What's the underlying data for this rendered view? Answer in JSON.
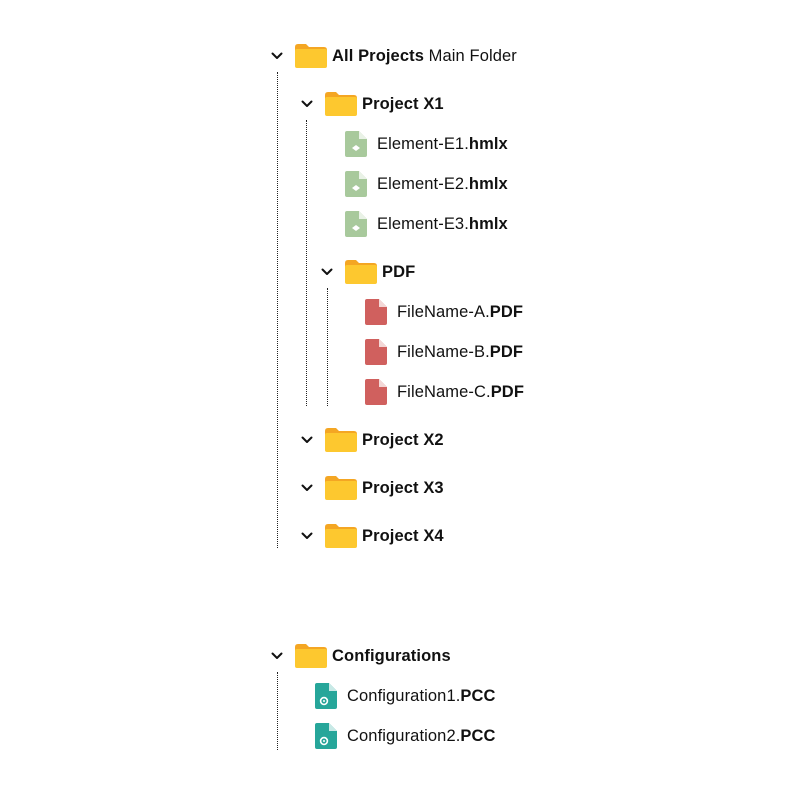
{
  "colors": {
    "folder": "#FDC82F",
    "folder_tab": "#F4A623",
    "hmlx_file": "#A8C99C",
    "pdf_file": "#D0605E",
    "pcc_file": "#26A69A"
  },
  "tree": {
    "all_projects": {
      "label_bold": "All Projects",
      "label_rest": " Main Folder",
      "project_x1": {
        "label": "Project X1",
        "elements": [
          {
            "name": "Element-E1.",
            "ext": "hmlx"
          },
          {
            "name": "Element-E2.",
            "ext": "hmlx"
          },
          {
            "name": "Element-E3.",
            "ext": "hmlx"
          }
        ],
        "pdf_folder": {
          "label": "PDF",
          "files": [
            {
              "name": "FileName-A.",
              "ext": "PDF"
            },
            {
              "name": "FileName-B.",
              "ext": "PDF"
            },
            {
              "name": "FileName-C.",
              "ext": "PDF"
            }
          ]
        }
      },
      "project_x2": {
        "label": "Project X2"
      },
      "project_x3": {
        "label": "Project X3"
      },
      "project_x4": {
        "label": "Project X4"
      }
    },
    "configurations": {
      "label": "Configurations",
      "files": [
        {
          "name": "Configuration1.",
          "ext": "PCC"
        },
        {
          "name": "Configuration2.",
          "ext": "PCC"
        }
      ]
    }
  }
}
